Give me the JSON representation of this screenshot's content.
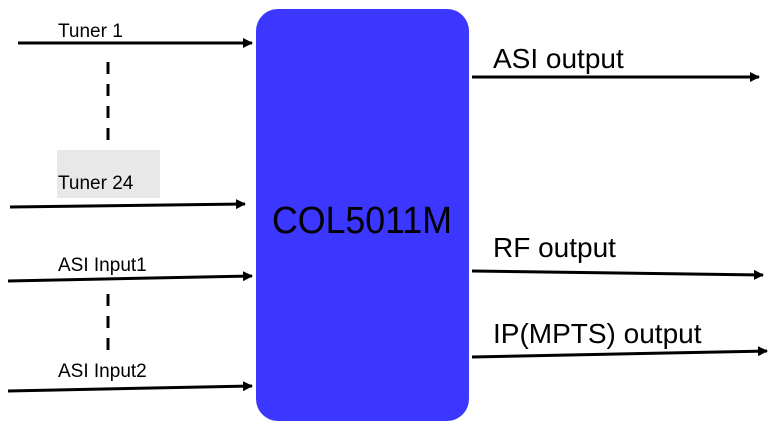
{
  "block": {
    "label": "COL5011M",
    "fill_color": "#3b37ff"
  },
  "inputs": [
    {
      "label": "Tuner 1"
    },
    {
      "label": "Tuner 24",
      "highlight_color": "#e8e8e8"
    },
    {
      "label": "ASI Input1"
    },
    {
      "label": "ASI Input2"
    }
  ],
  "outputs": [
    {
      "label": "ASI output"
    },
    {
      "label": "RF output"
    },
    {
      "label": "IP(MPTS) output"
    }
  ],
  "colors": {
    "line": "#000000",
    "text": "#000000"
  }
}
